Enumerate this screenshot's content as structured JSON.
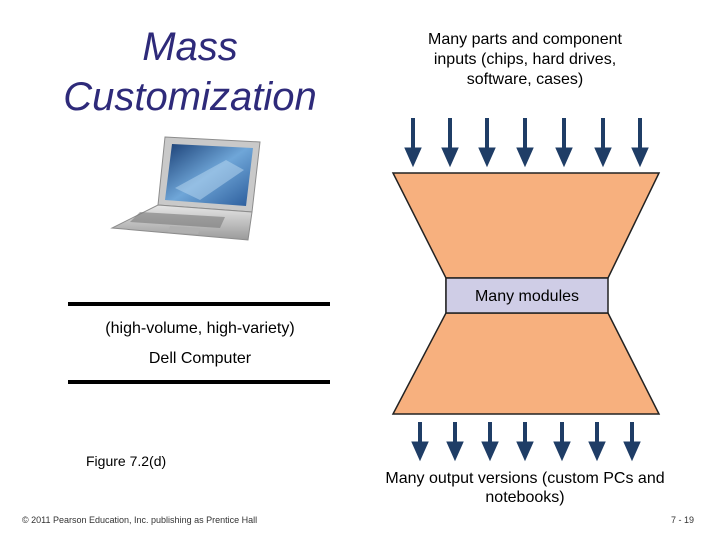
{
  "title": "Mass Customization",
  "inputs_text": "Many parts and component inputs (chips, hard drives, software, cases)",
  "modules_label": "Many modules",
  "outputs_text": "Many output versions (custom PCs and notebooks)",
  "volume_label": "(high-volume, high-variety)",
  "company_label": "Dell Computer",
  "figure_label": "Figure 7.2(d)",
  "footer_left": "© 2011 Pearson Education, Inc. publishing as Prentice Hall",
  "footer_right": "7 - 19",
  "colors": {
    "title": "#2e2a7a",
    "funnel_fill": "#f7b07e",
    "modules_fill": "#cfcde6",
    "arrow": "#1f3d66"
  },
  "icons": [
    "laptop-illustration",
    "down-arrow-icon"
  ]
}
